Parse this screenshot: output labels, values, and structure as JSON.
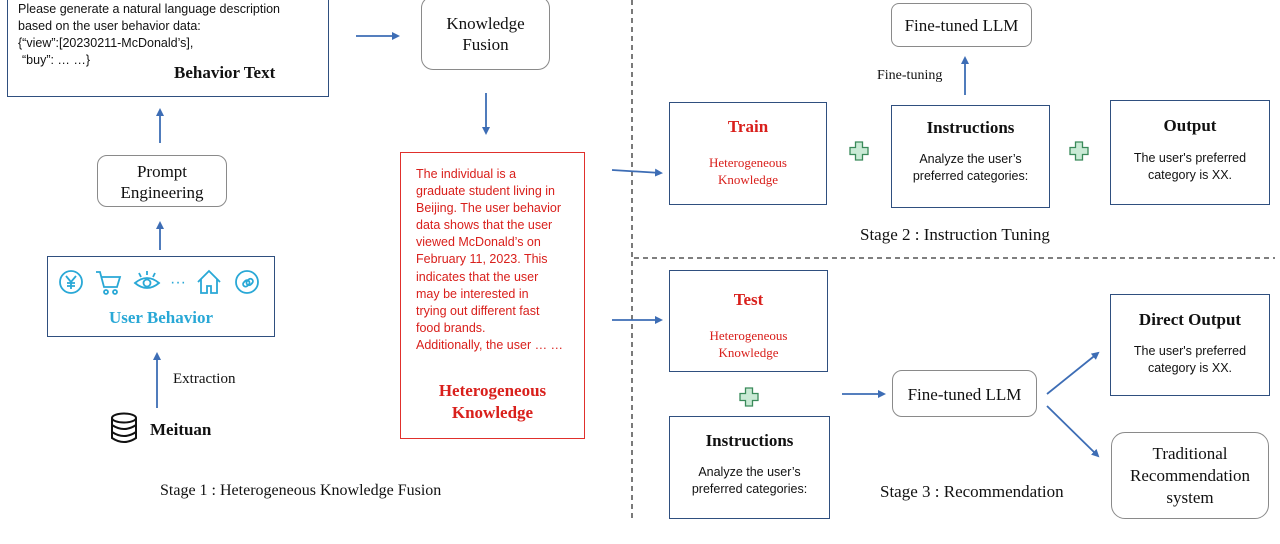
{
  "stage1": {
    "behavior_text_box": {
      "prompt_lines": [
        "Please generate a natural language description",
        "based on the user behavior data:",
        "{“view”:[20230211-McDonald’s],",
        "“buy”: … …}"
      ],
      "title": "Behavior Text"
    },
    "knowledge_fusion": {
      "line1": "Knowledge",
      "line2": "Fusion"
    },
    "prompt_engineering": {
      "line1": "Prompt",
      "line2": "Engineering"
    },
    "user_behavior": {
      "title": "User Behavior",
      "icons": [
        "yuan-coin-icon",
        "cart-icon",
        "eye-icon",
        "ellipsis",
        "home-icon",
        "link-icon"
      ],
      "ellipsis": "···"
    },
    "extraction_label": "Extraction",
    "meituan_label": "Meituan",
    "hetero_box": {
      "text_lines": [
        "The individual is a",
        "graduate student living in",
        "Beijing. The user behavior",
        "data shows that the user",
        "viewed McDonald’s on",
        "February 11, 2023. This",
        "indicates that the user",
        "may be interested in",
        "trying out different fast",
        "food brands.",
        "Additionally, the user … …"
      ],
      "title_line1": "Heterogeneous",
      "title_line2": "Knowledge"
    },
    "caption": "Stage 1 : Heterogeneous Knowledge Fusion"
  },
  "stage2": {
    "top_llm": "Fine-tuned LLM",
    "fine_tuning_label": "Fine-tuning",
    "train": {
      "title": "Train",
      "line1": "Heterogeneous",
      "line2": "Knowledge"
    },
    "instructions": {
      "title": "Instructions",
      "line1": "Analyze the user’s",
      "line2": "preferred categories:"
    },
    "output": {
      "title": "Output",
      "line1": "The user's preferred",
      "line2": "category is XX."
    },
    "caption": "Stage 2 : Instruction Tuning"
  },
  "stage3": {
    "test": {
      "title": "Test",
      "line1": "Heterogeneous",
      "line2": "Knowledge"
    },
    "instructions": {
      "title": "Instructions",
      "line1": "Analyze the user’s",
      "line2": "preferred categories:"
    },
    "llm": "Fine-tuned LLM",
    "direct_output": {
      "title": "Direct Output",
      "line1": "The user's preferred",
      "line2": "category is XX."
    },
    "traditional": {
      "line1": "Traditional",
      "line2": "Recommendation",
      "line3": "system"
    },
    "caption": "Stage 3 : Recommendation"
  },
  "colors": {
    "arrow": "#3d6db5",
    "box_border": "#2f4f7f",
    "red_text": "#d9201c",
    "cyan_text": "#29a8d6",
    "plus_fill": "#c9ead5",
    "plus_stroke": "#3a8a5a"
  }
}
